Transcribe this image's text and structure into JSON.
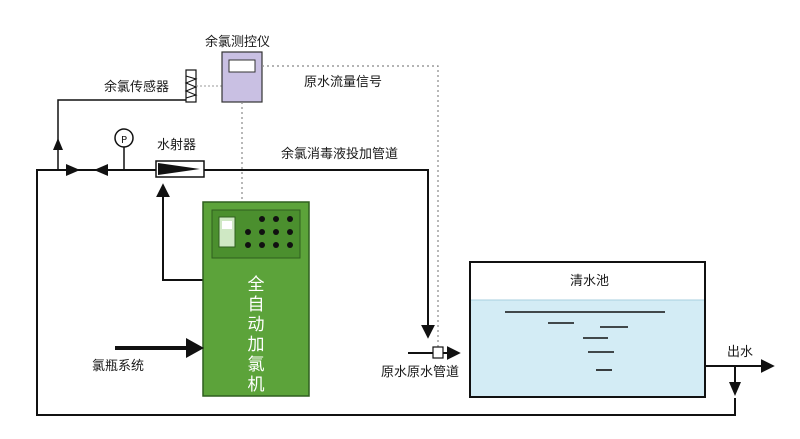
{
  "labels": {
    "controller": "余氯测控仪",
    "chlorine_sensor": "余氯传感器",
    "raw_flow_signal": "原水流量信号",
    "ejector": "水射器",
    "dosing_pipe": "余氯消毒液投加管道",
    "machine": "全自动加氯机",
    "cylinder_system": "氯瓶系统",
    "raw_pipe": "原水原水管道",
    "tank": "清水池",
    "outlet": "出水",
    "gauge": "P"
  },
  "colors": {
    "line": "#111111",
    "controller_fill": "#c9c0e3",
    "machine_fill": "#5ca33a",
    "tank_water": "#d3ecf5"
  }
}
